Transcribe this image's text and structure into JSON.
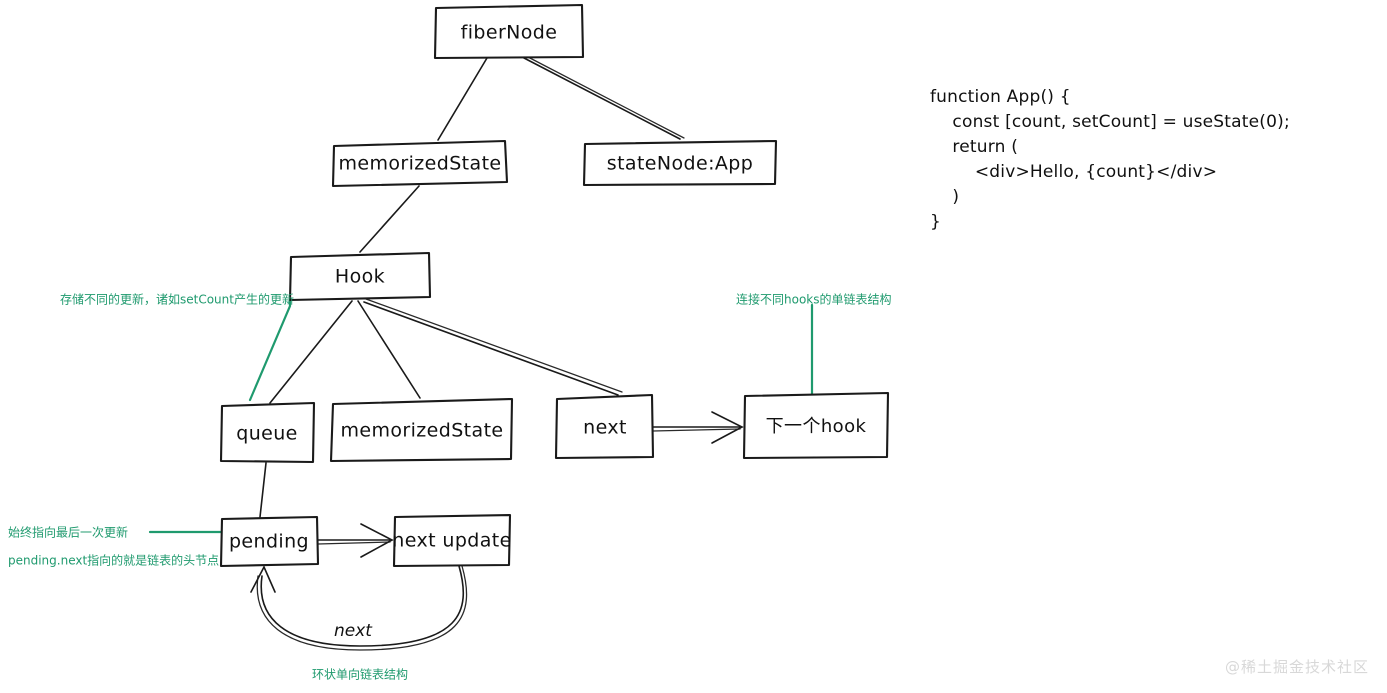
{
  "diagram": {
    "title": "React fiberNode Hook structure",
    "accent_color": "#1f9a6e",
    "stroke_color": "#1a1a1a",
    "background": "#ffffff",
    "nodes": {
      "fiber_node": "fiberNode",
      "memorized_state_top": "memorizedState",
      "state_node_app": "stateNode:App",
      "hook": "Hook",
      "queue": "queue",
      "memorized_state_hook": "memorizedState",
      "next": "next",
      "next_hook": "下一个hook",
      "pending": "pending",
      "next_update": "next update"
    },
    "edge_labels": {
      "circular_next": "next"
    },
    "annotations": {
      "queue_note": "存储不同的更新，诸如setCount产生的更新",
      "next_hook_note": "连接不同hooks的单链表结构",
      "pending_note_line1": "始终指向最后一次更新",
      "pending_note_line2": "pending.next指向的就是链表的头节点",
      "circular_note": "环状单向链表结构"
    }
  },
  "code": {
    "language": "javascript",
    "lines": [
      "function App() {",
      "    const [count, setCount] = useState(0);",
      "    return (",
      "        <div>Hello, {count}</div>",
      "    )",
      "}"
    ],
    "text": "function App() {\n    const [count, setCount] = useState(0);\n    return (\n        <div>Hello, {count}</div>\n    )\n}"
  },
  "watermark": {
    "label": "@稀土掘金技术社区"
  }
}
